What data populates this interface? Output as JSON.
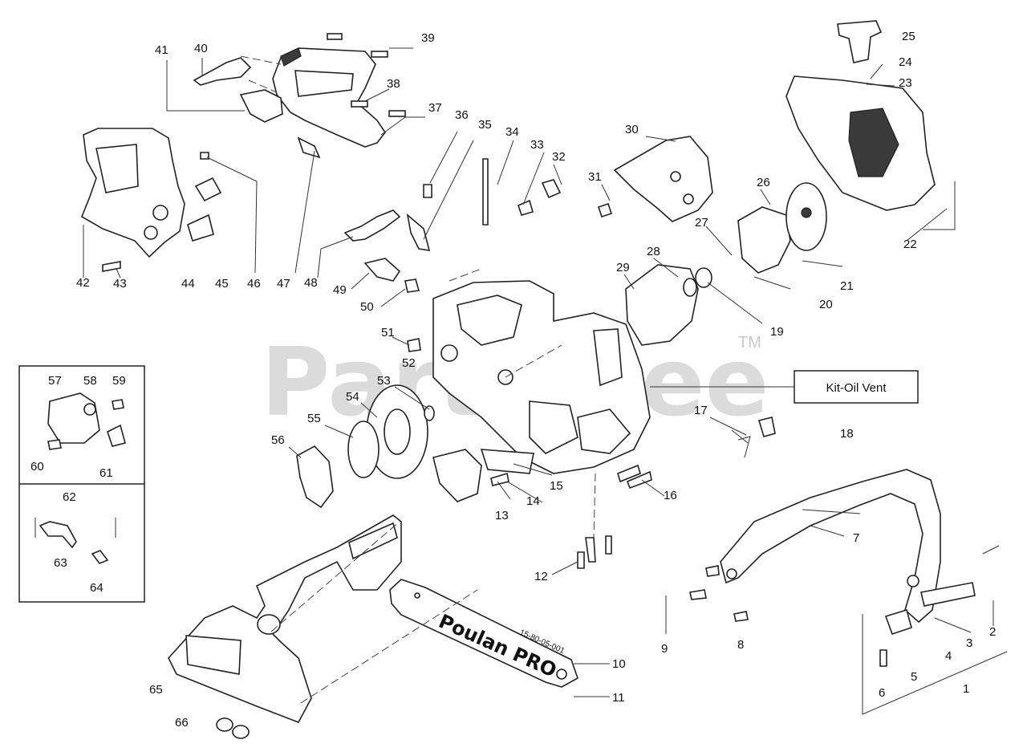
{
  "watermark": {
    "text": "PartsTree",
    "tm": "TM"
  },
  "callout_box": {
    "label": "Kit-Oil Vent"
  },
  "bar_brand": "Poulan PRO",
  "bar_code": "15-80-05-001",
  "part_numbers": [
    "1",
    "2",
    "3",
    "4",
    "5",
    "6",
    "7",
    "8",
    "9",
    "10",
    "11",
    "12",
    "13",
    "14",
    "15",
    "16",
    "17",
    "18",
    "19",
    "20",
    "21",
    "22",
    "23",
    "24",
    "25",
    "26",
    "27",
    "28",
    "29",
    "30",
    "31",
    "32",
    "33",
    "34",
    "35",
    "36",
    "37",
    "38",
    "39",
    "40",
    "41",
    "42",
    "43",
    "44",
    "45",
    "46",
    "47",
    "48",
    "49",
    "50",
    "51",
    "52",
    "53",
    "54",
    "55",
    "56",
    "57",
    "58",
    "59",
    "60",
    "61",
    "62",
    "63",
    "64",
    "65",
    "66"
  ]
}
